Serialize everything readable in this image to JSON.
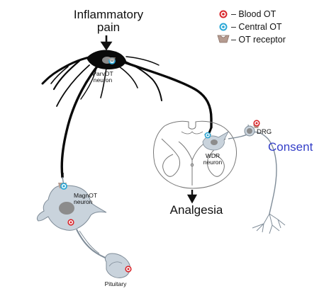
{
  "title_line1": "Inflammatory",
  "title_line2": "pain",
  "legend": [
    {
      "icon": "red-dot",
      "text": "– Blood OT",
      "color": "#d9252a"
    },
    {
      "icon": "blue-dot",
      "text": "– Central OT",
      "color": "#2aa7d6"
    },
    {
      "icon": "receptor-cup",
      "text": "– OT receptor",
      "color": "#b59b90"
    }
  ],
  "labels": {
    "parvot_line1": "ParvOT",
    "parvot_line2": "neuron",
    "magnot_line1": "MagnOT",
    "magnot_line2": "neuron",
    "wdr_line1": "WDR",
    "wdr_line2": "neuron",
    "drg": "DRG",
    "consent": "Consent",
    "analgesia": "Analgesia",
    "pituitary": "Pituitary"
  },
  "colors": {
    "neuron_fill": "#c9d3dc",
    "neuron_stroke": "#7f8c98",
    "nucleus": "#8c8c8c",
    "axon": "#0a0a0a",
    "consent_text": "#3540c8"
  }
}
